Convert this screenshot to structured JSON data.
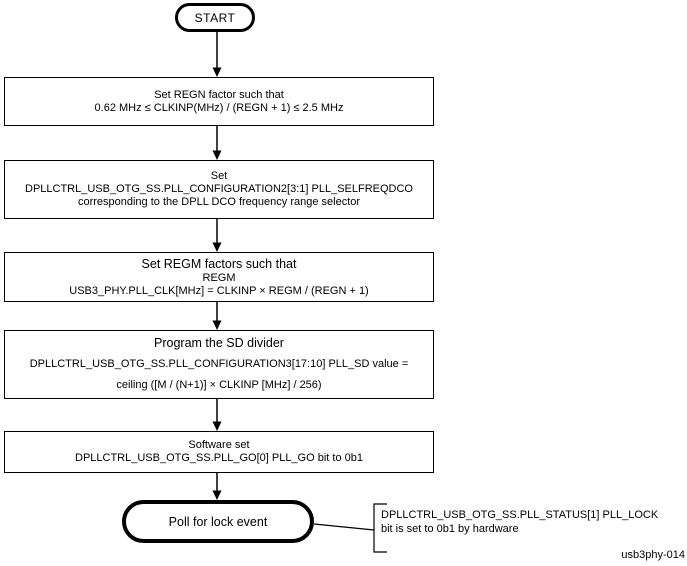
{
  "figure": {
    "id_label": "usb3phy-014",
    "background_color": "#ffffff",
    "line_color": "#000000",
    "text_color": "#000000"
  },
  "flowchart": {
    "start": {
      "label": "START"
    },
    "steps": [
      {
        "lines": [
          "Set REGN factor such that",
          "0.62 MHz ≤ CLKINP(MHz) / (REGN + 1) ≤ 2.5 MHz"
        ]
      },
      {
        "lines": [
          "Set",
          "DPLLCTRL_USB_OTG_SS.PLL_CONFIGURATION2[3:1] PLL_SELFREQDCO",
          "corresponding to the DPLL DCO frequency range selector"
        ]
      },
      {
        "lines": [
          "Set REGM factors such that",
          "REGM",
          "USB3_PHY.PLL_CLK[MHz] = CLKINP × REGM / (REGN + 1)"
        ]
      },
      {
        "lines": [
          "Program the SD divider",
          "DPLLCTRL_USB_OTG_SS.PLL_CONFIGURATION3[17:10] PLL_SD value =",
          "ceiling ([M / (N+1)] × CLKINP [MHz] / 256)"
        ]
      },
      {
        "lines": [
          "Software set",
          "DPLLCTRL_USB_OTG_SS.PLL_GO[0] PLL_GO bit to 0b1"
        ]
      }
    ],
    "end": {
      "label": "Poll for lock event"
    },
    "annotation": {
      "lines": [
        "DPLLCTRL_USB_OTG_SS.PLL_STATUS[1] PLL_LOCK",
        "bit is set to 0b1 by hardware"
      ]
    }
  }
}
